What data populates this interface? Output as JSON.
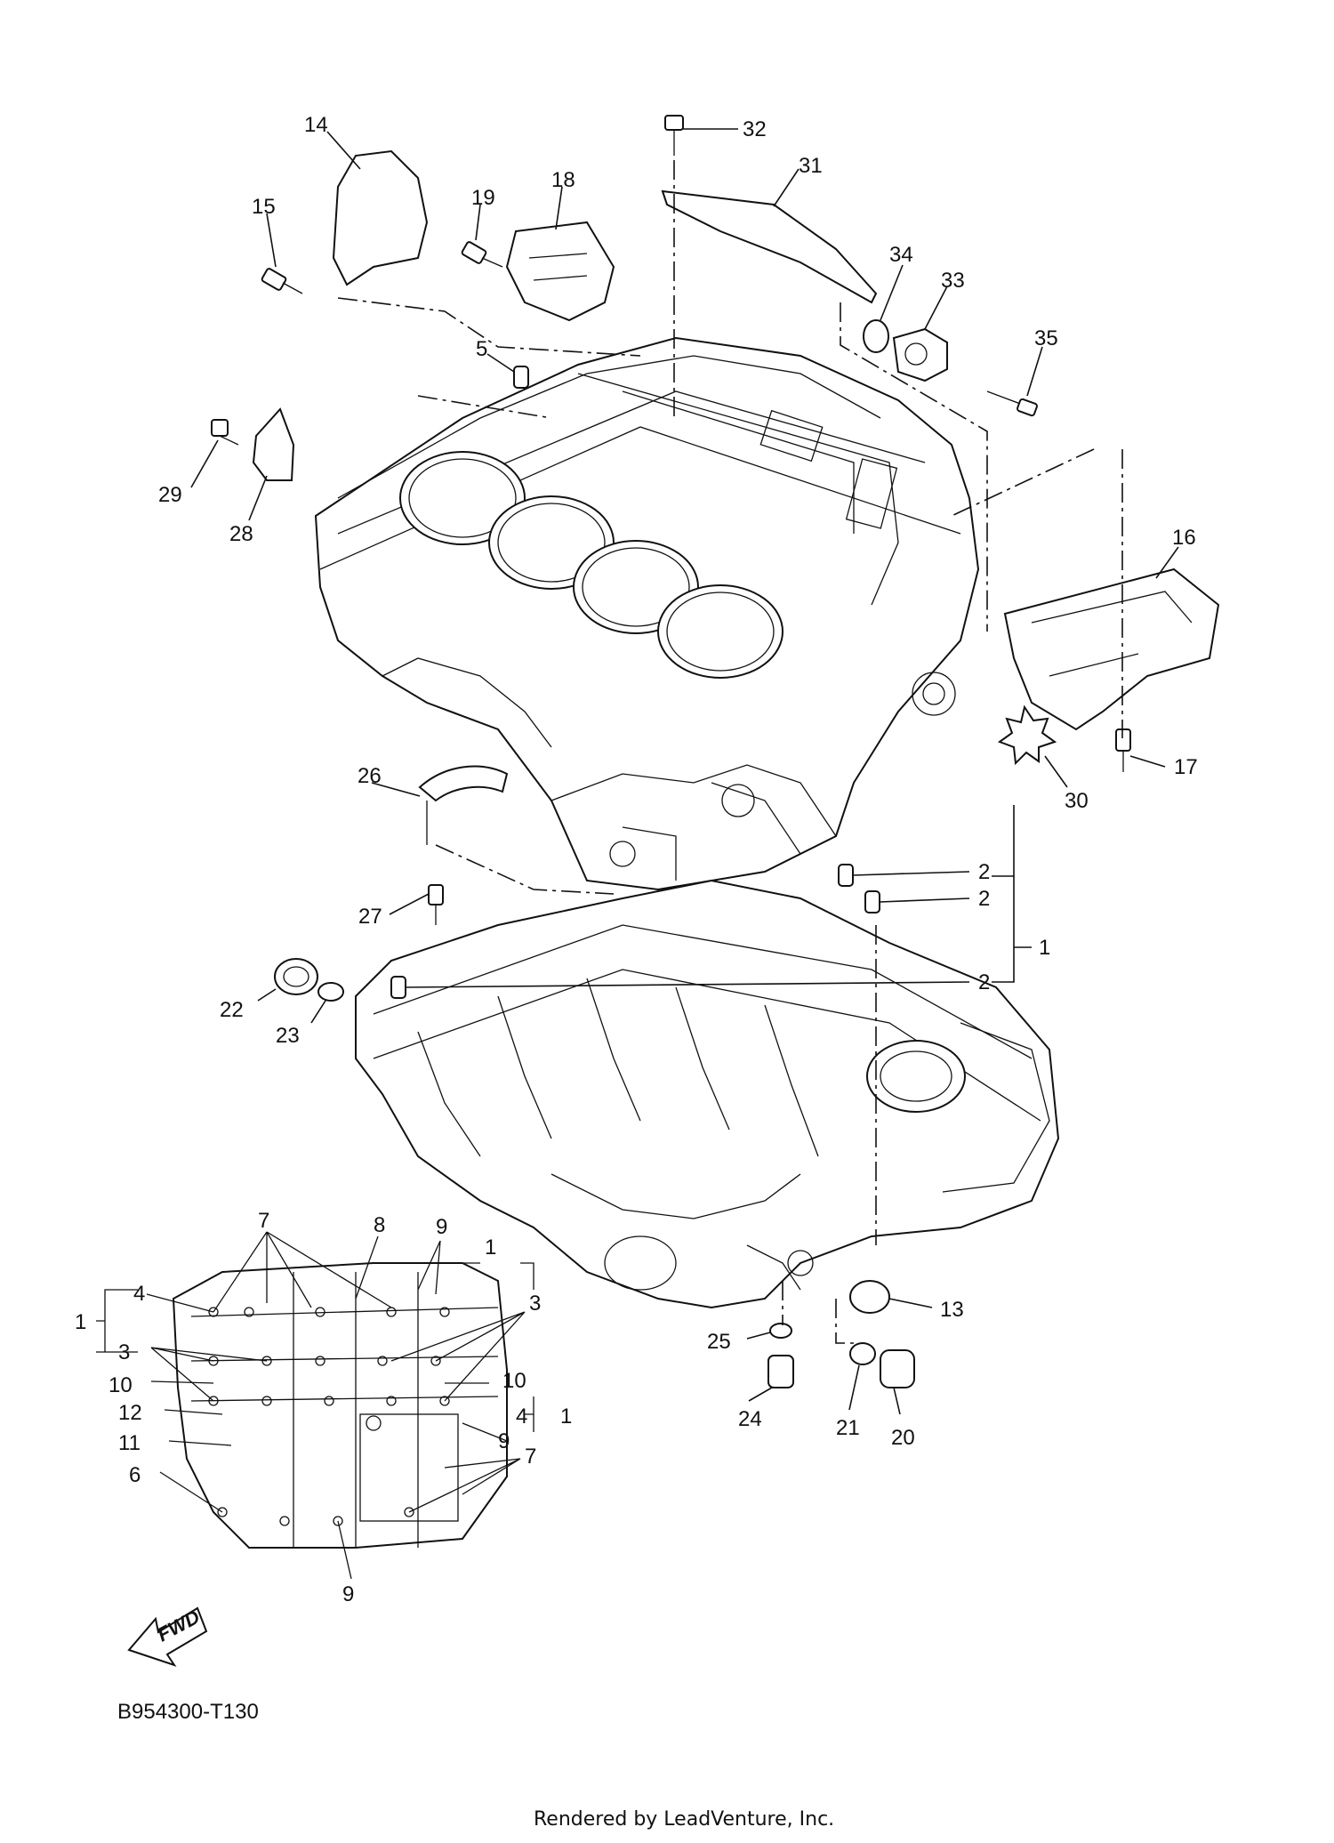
{
  "callouts": [
    "14",
    "15",
    "19",
    "18",
    "32",
    "31",
    "34",
    "33",
    "35",
    "5",
    "29",
    "28",
    "16",
    "17",
    "30",
    "26",
    "27",
    "2",
    "2",
    "2",
    "1",
    "2",
    "22",
    "23",
    "13",
    "25",
    "24",
    "21",
    "20",
    "7",
    "8",
    "9",
    "1",
    "4",
    "3",
    "1",
    "3",
    "10",
    "12",
    "11",
    "6",
    "10",
    "4",
    "1",
    "9",
    "7",
    "9"
  ],
  "fwd_label": "FWD",
  "diagram_code": "B954300-T130",
  "credit": "Rendered by LeadVenture, Inc."
}
